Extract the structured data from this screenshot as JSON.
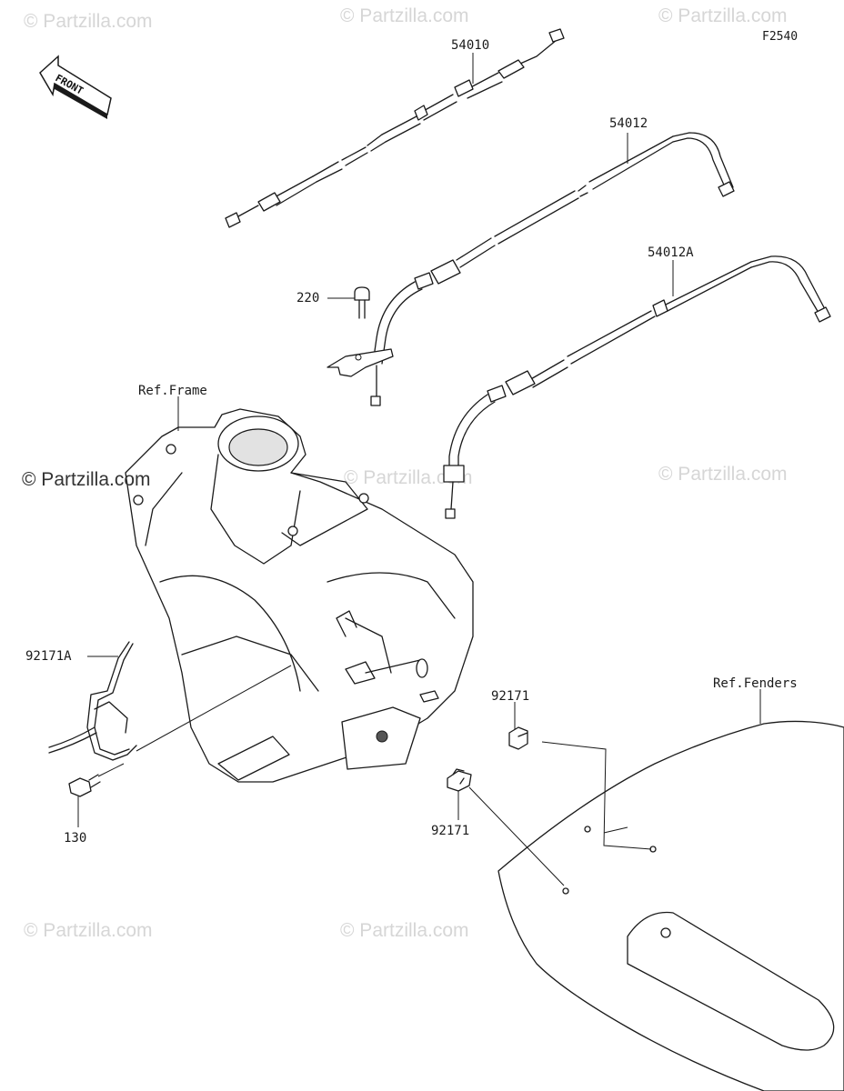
{
  "diagram_code": "F2540",
  "front_label": "FRONT",
  "watermarks": {
    "text": "© Partzilla.com",
    "main": "© Partzilla.com"
  },
  "references": {
    "frame": "Ref.Frame",
    "fenders": "Ref.Fenders"
  },
  "parts": {
    "p54010": "54010",
    "p54012": "54012",
    "p54012A": "54012A",
    "p220": "220",
    "p92171A": "92171A",
    "p130": "130",
    "p92171_top": "92171",
    "p92171_bottom": "92171"
  }
}
